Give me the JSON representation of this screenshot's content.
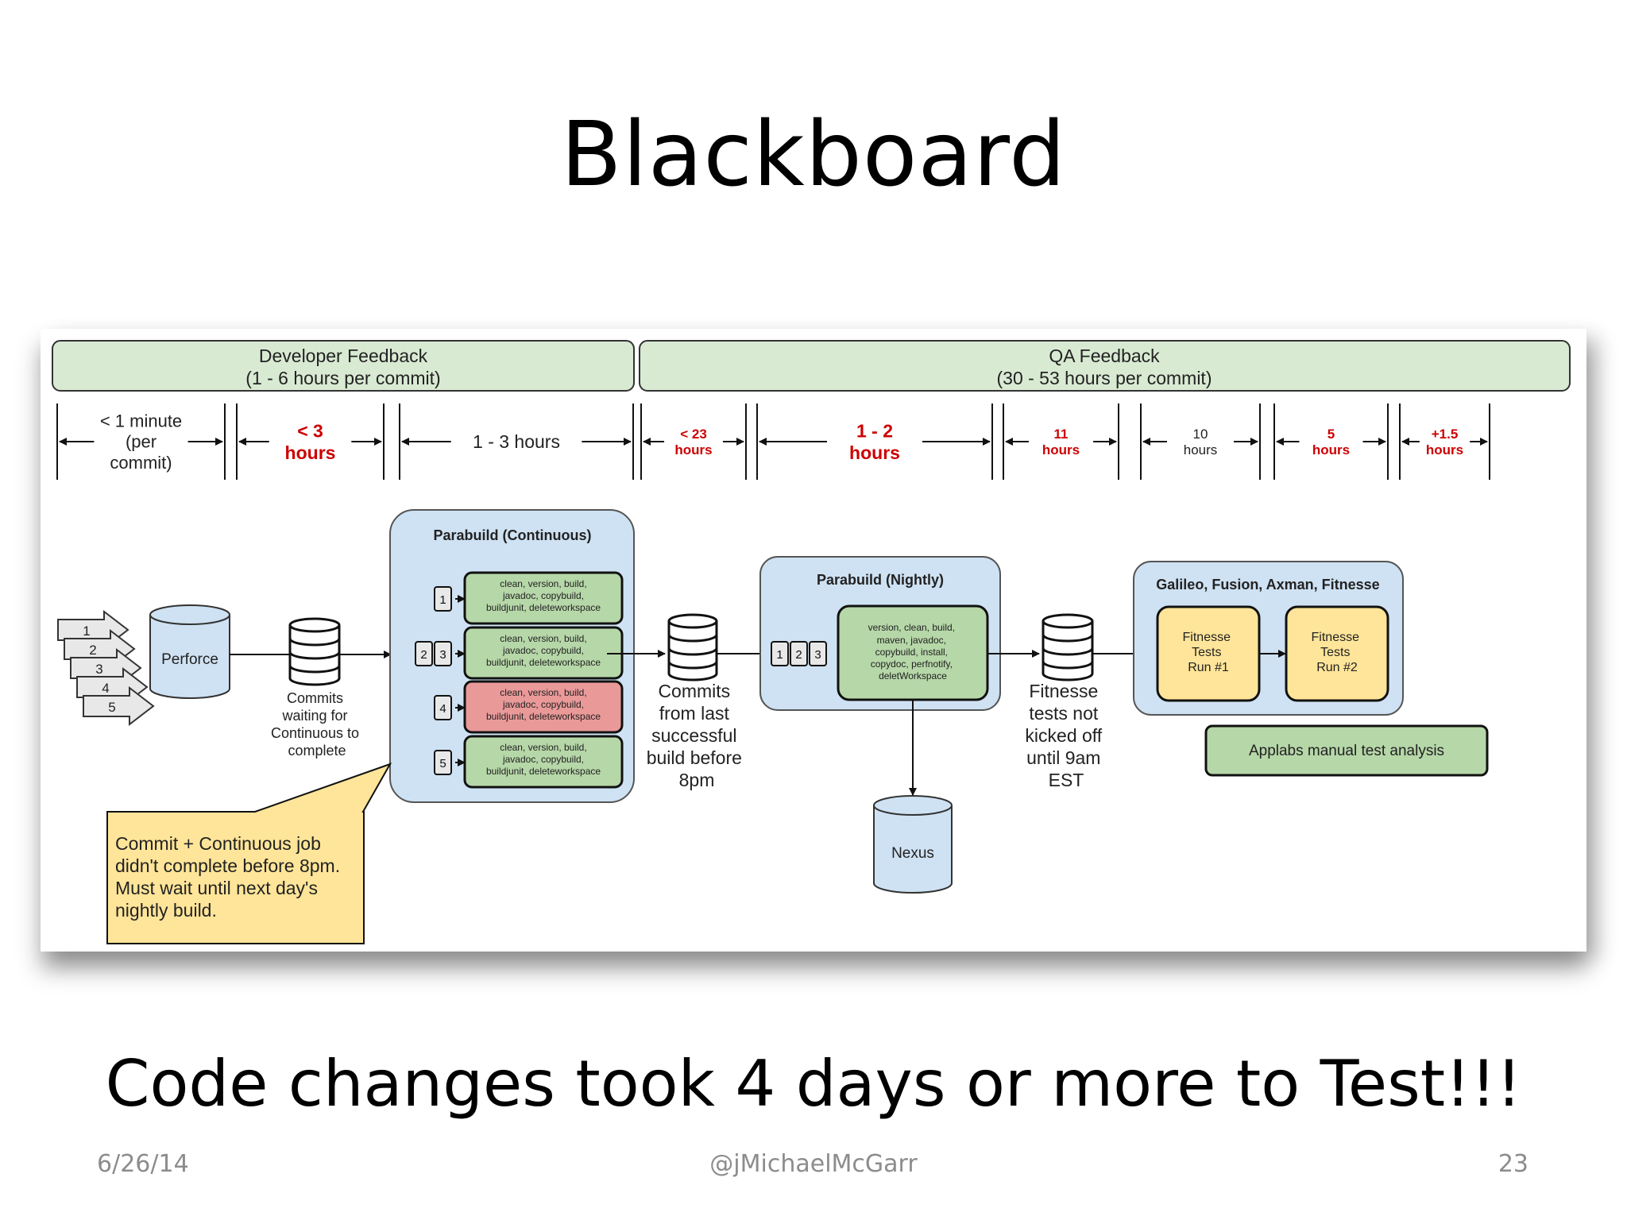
{
  "slide": {
    "title": "Blackboard",
    "bottom_text": "Code changes took 4 days or more to Test!!!",
    "footer_date": "6/26/14",
    "footer_handle": "@jMichaelMcGarr",
    "footer_page": "23"
  },
  "header": {
    "dev": {
      "line1": "Developer Feedback",
      "line2": "(1 - 6 hours per commit)"
    },
    "qa": {
      "line1": "QA Feedback",
      "line2": "(30 - 53 hours per commit)"
    }
  },
  "durations": [
    {
      "lines": [
        "< 1 minute",
        "(per",
        "commit)"
      ],
      "red": false
    },
    {
      "lines": [
        "< 3",
        "hours"
      ],
      "red": true
    },
    {
      "lines": [
        "1 - 3 hours"
      ],
      "red": false
    },
    {
      "lines": [
        "< 23",
        "hours"
      ],
      "red": true
    },
    {
      "lines": [
        "1 - 2",
        "hours"
      ],
      "red": true
    },
    {
      "lines": [
        "11",
        "hours"
      ],
      "red": true
    },
    {
      "lines": [
        "10",
        "hours"
      ],
      "red": false
    },
    {
      "lines": [
        "5",
        "hours"
      ],
      "red": true
    },
    {
      "lines": [
        "+1.5",
        "hours"
      ],
      "red": true
    }
  ],
  "commits": [
    "1",
    "2",
    "3",
    "4",
    "5"
  ],
  "perforce_label": "Perforce",
  "waiting_label": [
    "Commits",
    "waiting for",
    "Continuous to",
    "complete"
  ],
  "continuous": {
    "title": "Parabuild (Continuous)",
    "steps_text": [
      "clean, version, build,",
      "javadoc, copybuild,",
      "buildjunit, deleteworkspace"
    ],
    "rows": [
      {
        "badges": [
          "1"
        ],
        "status": "ok"
      },
      {
        "badges": [
          "2",
          "3"
        ],
        "status": "ok"
      },
      {
        "badges": [
          "4"
        ],
        "status": "fail"
      },
      {
        "badges": [
          "5"
        ],
        "status": "ok"
      }
    ]
  },
  "commits_before_8pm_label": [
    "Commits",
    "from last",
    "successful",
    "build before",
    "8pm"
  ],
  "nightly": {
    "title": "Parabuild (Nightly)",
    "badges": [
      "1",
      "2",
      "3"
    ],
    "steps_text": [
      "version, clean, build,",
      "maven, javadoc,",
      "copybuild, install,",
      "copydoc, perfnotify,",
      "deletWorkspace"
    ]
  },
  "nexus_label": "Nexus",
  "fitnesse_label": [
    "Fitnesse",
    "tests not",
    "kicked off",
    "until 9am",
    "EST"
  ],
  "qa_tools": {
    "title": "Galileo, Fusion, Axman, Fitnesse",
    "run1": [
      "Fitnesse",
      "Tests",
      "Run #1"
    ],
    "run2": [
      "Fitnesse",
      "Tests",
      "Run #2"
    ]
  },
  "manual_label": "Applabs manual test analysis",
  "callout_lines": [
    "Commit + Continuous job",
    "didn't complete before 8pm.",
    "Must wait until next day's",
    "nightly build."
  ],
  "colors": {
    "header_fill": "#d9ead3",
    "green_fill": "#b6d7a8",
    "red_fill": "#ea9999",
    "blue_fill": "#cfe2f3",
    "yellow_fill": "#ffe599",
    "callout_fill": "#ffe599",
    "db_fill": "#cfe2f3",
    "red_text": "#cc0000"
  }
}
